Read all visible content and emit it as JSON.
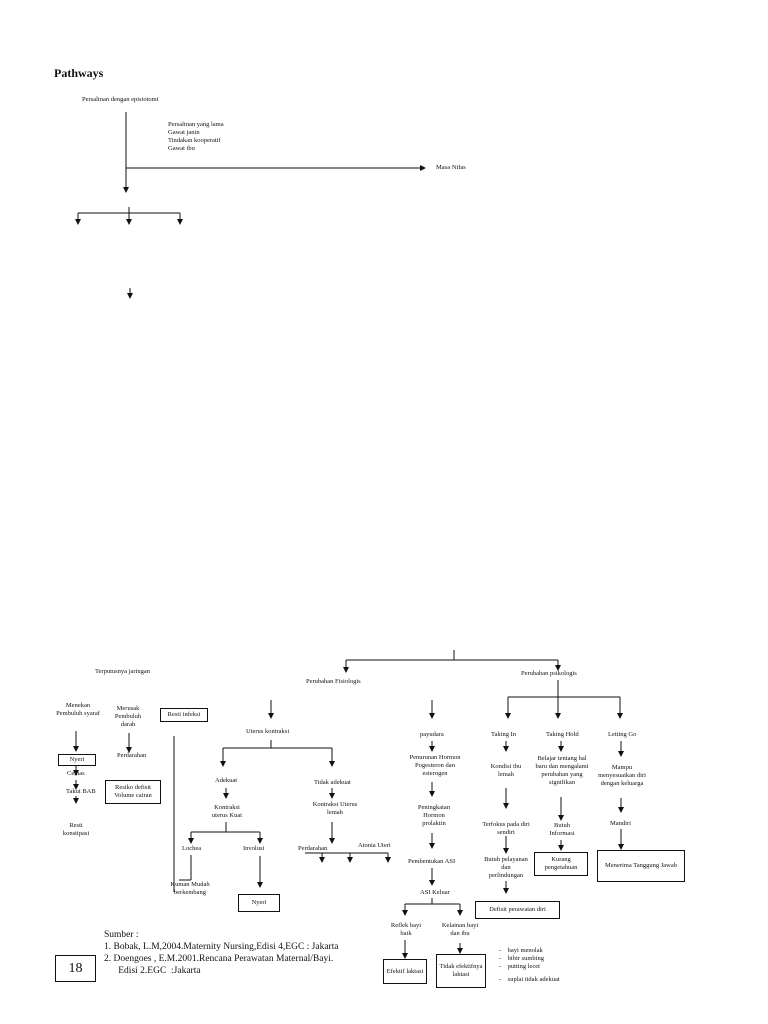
{
  "title": "Pathways",
  "top": {
    "root": "Persalinan dengan episiotomi",
    "causes": [
      "Persalinan  yang lama",
      "Gawat  janin",
      "Tindakan kooperatif",
      "Gawat ibu"
    ],
    "masa_nifas": "Masa Nifas"
  },
  "left": {
    "terputus": "Terputusnya jaringan",
    "menekan": "Menekan Pembuluh syaraf",
    "merusak": "Merusak Pembuluh darah",
    "resiti_infeksi": "Resti infeksi",
    "perdarahan": "Perdarahan",
    "nyeri": "Nyeri",
    "cemas": "Cemas",
    "takut_bab": "Takut BAB",
    "resiko": "Resiko defisit Volume cairan",
    "resti_konstipasi": "Resti konstipasi",
    "kuman": "Kuman Mudah berkembang"
  },
  "fisiologis": {
    "title": "Perubahan Fisiologis",
    "uterus": "Uterus kontraksi",
    "adekuat": "Adekuat",
    "kontraksi_kuat": "Kontraksi uterus Kuat",
    "lochea": "Lochea",
    "involusi": "Involusi",
    "nyeri2": "Nyeri",
    "tidak_adekuat": "Tidak adekuat",
    "kontraksi_lemah": "Kontraksi Uterus lemah",
    "perdarahan2": "Perdarahan",
    "atonia": "Atonia Uteri",
    "payudara": "payudara",
    "penurunan": "Penurunan Hormon Pogesteron dan esterogen",
    "peningkatan": "Peningkatan Hormon prolaktin",
    "pembentukan": "Pembentukan ASI",
    "asi_keluar": "ASI Keluar",
    "reflek": "Reflek bayi baik",
    "kelainan": "Kelainan bayi dan ibu",
    "efektif": "Efektif laktasi",
    "tidak_efektif": "Tidak efektifnya laktasi",
    "bullets": [
      "bayi menolak",
      "bibir sumbing",
      "putting lecet",
      "suplai tidak adekuat"
    ]
  },
  "psikologis": {
    "title": "Perubahan psikologis",
    "taking_in": "Taking In",
    "kondisi": "Kondisi ibu lemah",
    "terfokus": "Terfokus pada diri sendiri",
    "butuh_pelayanan": "Butuh pelayanan dan perlindungan",
    "defisit": "Defisit perawatan diri",
    "taking_hold": "Taking Hold",
    "belajar": "Belajar tentang hal baru dan mengalami perubahan yang signifikan",
    "butuh_informasi": "Butuh Informasi",
    "kurang": "Kurang pengetahuan",
    "letting_go": "Letting Go",
    "mampu": "Mampu menyesuaikan diri dengan keluarga",
    "mandiri": "Mandiri",
    "menerima": "Menerima Tanggung Jawab"
  },
  "sumber": {
    "label": "Sumber   :",
    "items": [
      "1.   Bobak, L.M,2004.Maternity  Nursing,Edisi 4,EGC : Jakarta",
      "2.   Doengoes   , E.M.2001.Rencana   Perawatan   Maternal/Bayi.",
      "      Edisi 2.EGC  :Jakarta"
    ]
  },
  "page_number": "18"
}
